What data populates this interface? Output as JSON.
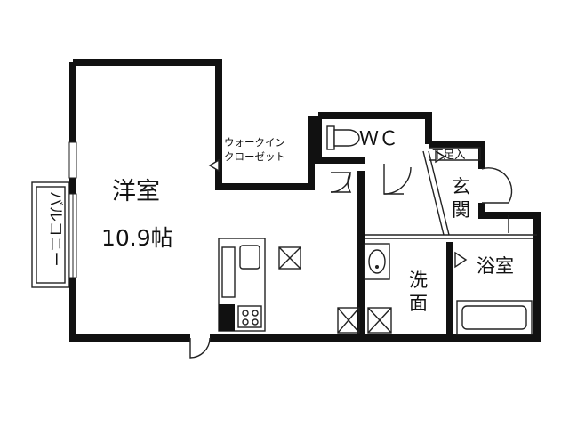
{
  "floor_plan": {
    "rooms": {
      "western_room": {
        "name": "洋室",
        "size": "10.9帖"
      },
      "walk_in_closet": {
        "line1": "ウォークイン",
        "line2": "クローゼット"
      },
      "toilet": {
        "name": "ＷＣ"
      },
      "entrance": {
        "name_top": "玄",
        "name_bottom": "関"
      },
      "shoe_box": {
        "name": "下足入"
      },
      "washroom": {
        "name_top": "洗",
        "name_bottom": "面"
      },
      "bathroom": {
        "name": "浴室"
      },
      "balcony": {
        "name": "バルコニー"
      }
    },
    "colors": {
      "wall": "#111111",
      "background": "#ffffff"
    }
  }
}
